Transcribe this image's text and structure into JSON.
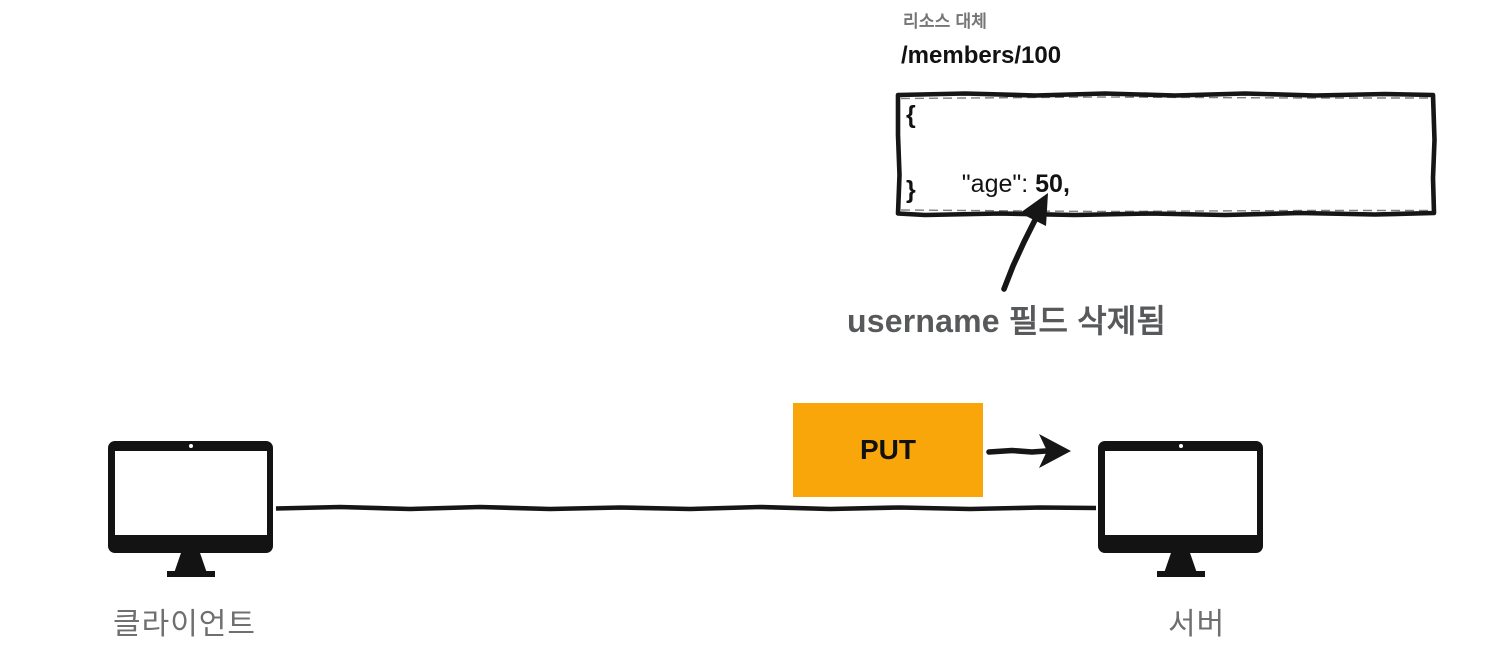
{
  "colors": {
    "accent_orange": "#F9A60B",
    "ink": "#161616",
    "label_gray": "#6F6F6F",
    "note_gray": "#58595B"
  },
  "annotation": {
    "title": "리소스 대체",
    "path": "/members/100",
    "code": {
      "open": "{",
      "key": "\"age\": ",
      "value": "50,",
      "close": "}"
    },
    "note": "username 필드 삭제됨"
  },
  "request": {
    "method": "PUT"
  },
  "nodes": {
    "client": {
      "label": "클라이언트"
    },
    "server": {
      "label": "서버"
    }
  }
}
